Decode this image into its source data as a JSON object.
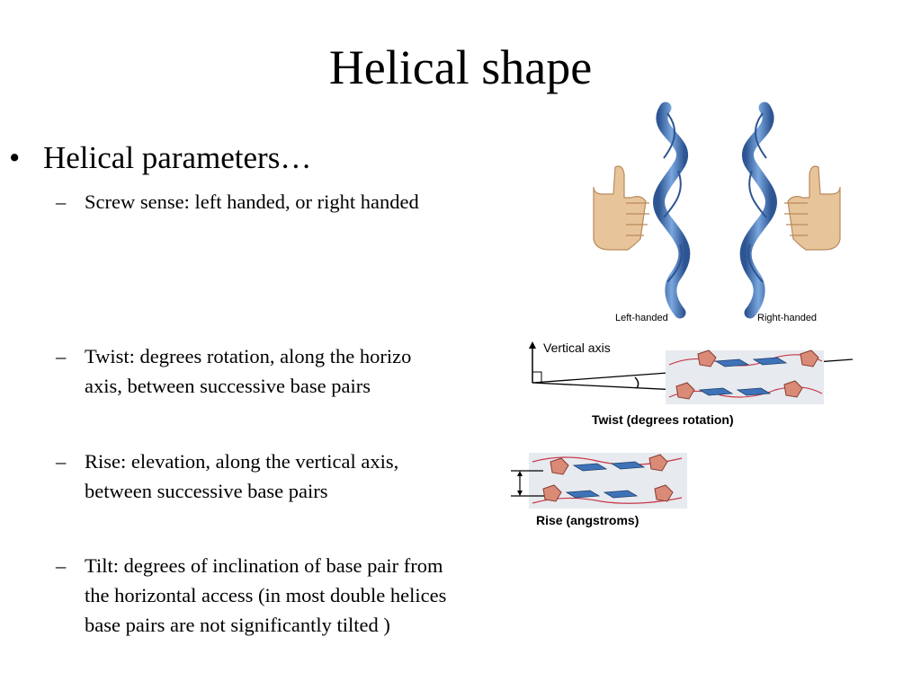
{
  "title": "Helical shape",
  "bullet": {
    "marker": "•",
    "text": "Helical parameters…"
  },
  "subs": [
    {
      "dash": "–",
      "text": "Screw sense: left handed, or right handed"
    },
    {
      "dash": "–",
      "line1": "Twist: degrees rotation, along the horizo",
      "line2": "axis, between successive base pairs"
    },
    {
      "dash": "–",
      "line1": "Rise: elevation, along the vertical axis,",
      "line2": "between successive base pairs"
    },
    {
      "dash": "–",
      "line1": "Tilt: degrees of inclination of base pair from",
      "line2": "the horizontal access (in most double helices",
      "line3": "base pairs are not significantly tilted )"
    }
  ],
  "figures": {
    "handedness": {
      "left_label": "Left-handed",
      "right_label": "Right-handed"
    },
    "twist": {
      "axis_label": "Vertical axis",
      "caption": "Twist (degrees rotation)"
    },
    "rise": {
      "caption": "Rise (angstroms)"
    }
  },
  "colors": {
    "helix": "#4f7cbf",
    "helix_dark": "#2d5593",
    "skin": "#e8c49a",
    "sugar": "#d98b78",
    "base": "#3f73b8",
    "backbone": "#c8384a"
  }
}
